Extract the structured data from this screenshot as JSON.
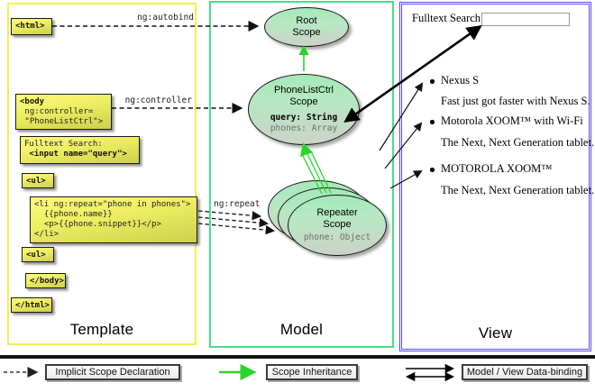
{
  "template_panel": {
    "label": "Template",
    "boxes": {
      "html_open": "<html>",
      "body_open_lines": [
        "<body",
        " ng:controller=",
        " \"PhoneListCtrl\">"
      ],
      "fulltext_lines": [
        "Fulltext Search:",
        " <input name=\"query\">"
      ],
      "ul_open": "<ul>",
      "li_repeat_lines": [
        "<li ng:repeat=\"phone in phones\">",
        "  {{phone.name}}",
        "  <p>{{phone.snippet}}</p>",
        "</li>"
      ],
      "ul_close": "<ul>",
      "body_close": "</body>",
      "html_close": "</html>"
    },
    "arrow_labels": {
      "autobind": "ng:autobind",
      "controller": "ng:controller",
      "repeat": "ng:repeat"
    }
  },
  "model_panel": {
    "label": "Model",
    "root_scope": {
      "line1": "Root",
      "line2": "Scope"
    },
    "phonelist_scope": {
      "line1": "PhoneListCtrl",
      "line2": "Scope",
      "prop1": "query: String",
      "prop2": "phones: Array"
    },
    "repeater_scope": {
      "line1": "Repeater",
      "line2": "Scope",
      "prop1": "phone: Object"
    }
  },
  "view_panel": {
    "label": "View",
    "search_label": "Fulltext Search:",
    "search_value": "",
    "items": [
      {
        "title": "Nexus S",
        "desc": "Fast just got faster with Nexus S."
      },
      {
        "title": "Motorola XOOM™ with Wi-Fi",
        "desc": "The Next, Next Generation tablet."
      },
      {
        "title": "MOTOROLA XOOM™",
        "desc": "The Next, Next Generation tablet."
      }
    ]
  },
  "legend": {
    "implicit": "Implicit Scope Declaration",
    "inheritance": "Scope Inheritance",
    "binding": "Model / View Data-binding"
  },
  "colors": {
    "template_border": "#f2f24a",
    "model_border": "#4ade87",
    "view_border": "#584ee0",
    "scope_green_top": "#a4e9b8",
    "box_yellow": "#f4f45e",
    "arrow_green": "#2bd42b",
    "arrow_black": "#111111"
  }
}
